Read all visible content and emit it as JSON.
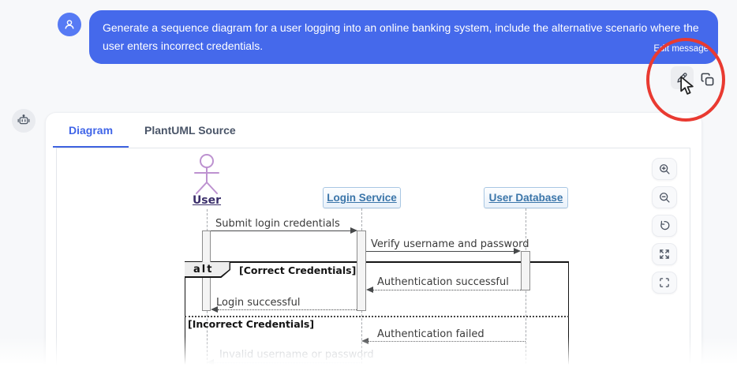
{
  "colors": {
    "accent_blue": "#4065e8",
    "bubble_blue": "#4569eb",
    "annotation_red": "#e93a31"
  },
  "user_message": {
    "text": "Generate a sequence diagram for a user logging into an online banking system, include the alternative scenario where the user enters incorrect credentials.",
    "edit_tooltip": "Edit message"
  },
  "tabs": {
    "items": [
      {
        "label": "Diagram",
        "active": true
      },
      {
        "label": "PlantUML Source",
        "active": false
      }
    ]
  },
  "toolbar": {
    "buttons": [
      {
        "name": "zoom-in"
      },
      {
        "name": "zoom-out"
      },
      {
        "name": "reset-view"
      },
      {
        "name": "expand"
      },
      {
        "name": "fullscreen"
      }
    ]
  },
  "diagram": {
    "participants": [
      {
        "name": "User",
        "kind": "actor"
      },
      {
        "name": "Login Service",
        "kind": "participant"
      },
      {
        "name": "User Database",
        "kind": "participant"
      }
    ],
    "fragment": {
      "operator": "alt",
      "guards": [
        "[Correct Credentials]",
        "[Incorrect Credentials]"
      ]
    },
    "messages": [
      {
        "label": "Submit login credentials",
        "from": "User",
        "to": "Login Service",
        "line": "solid"
      },
      {
        "label": "Verify username and password",
        "from": "Login Service",
        "to": "User Database",
        "line": "solid"
      },
      {
        "label": "Authentication successful",
        "from": "User Database",
        "to": "Login Service",
        "line": "dashed"
      },
      {
        "label": "Login successful",
        "from": "Login Service",
        "to": "User",
        "line": "dashed"
      },
      {
        "label": "Authentication failed",
        "from": "User Database",
        "to": "Login Service",
        "line": "dashed"
      },
      {
        "label": "Invalid username or password",
        "from": "Login Service",
        "to": "User",
        "line": "dashed"
      }
    ]
  }
}
